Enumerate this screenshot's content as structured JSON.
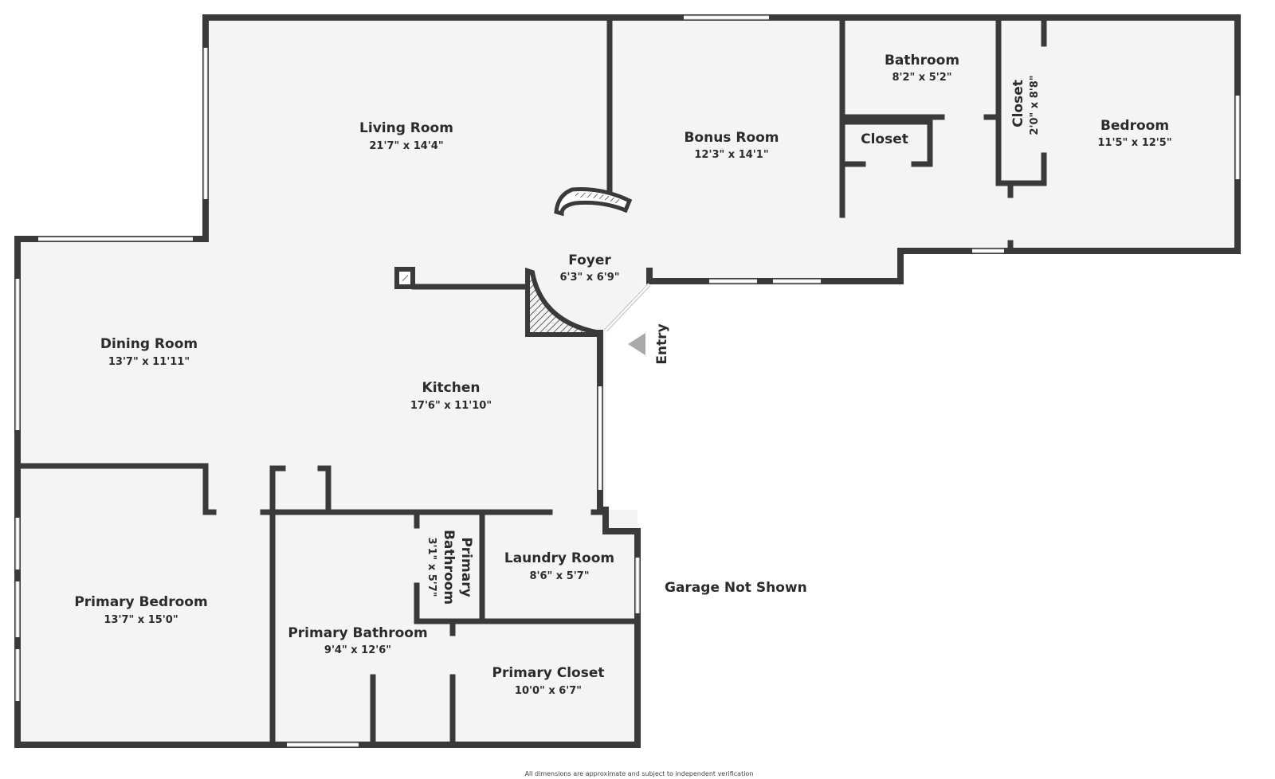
{
  "rooms": {
    "living_room": {
      "name": "Living Room",
      "dims": "21'7\" x 14'4\""
    },
    "bonus_room": {
      "name": "Bonus Room",
      "dims": "12'3\" x 14'1\""
    },
    "bathroom": {
      "name": "Bathroom",
      "dims": "8'2\" x 5'2\""
    },
    "closet_small": {
      "name": "Closet"
    },
    "closet_vertical": {
      "name": "Closet",
      "dims": "2'0\" x 8'8\""
    },
    "bedroom": {
      "name": "Bedroom",
      "dims": "11'5\" x 12'5\""
    },
    "foyer": {
      "name": "Foyer",
      "dims": "6'3\" x 6'9\""
    },
    "dining_room": {
      "name": "Dining Room",
      "dims": "13'7\" x 11'11\""
    },
    "kitchen": {
      "name": "Kitchen",
      "dims": "17'6\" x 11'10\""
    },
    "primary_bedroom": {
      "name": "Primary Bedroom",
      "dims": "13'7\" x 15'0\""
    },
    "primary_bathroom": {
      "name": "Primary Bathroom",
      "dims": "9'4\" x 12'6\""
    },
    "primary_half_bath": {
      "name_line1": "Primary",
      "name_line2": "Bathroom",
      "dims": "3'1\" x 5'7\""
    },
    "laundry_room": {
      "name": "Laundry Room",
      "dims": "8'6\" x 5'7\""
    },
    "primary_closet": {
      "name": "Primary Closet",
      "dims": "10'0\" x 6'7\""
    }
  },
  "labels": {
    "entry": "Entry",
    "garage": "Garage Not Shown",
    "disclaimer": "All dimensions are approximate and subject to independent verification"
  },
  "colors": {
    "wall": "#3a3a3a",
    "floor": "#f4f4f4",
    "window": "#cfcfcf",
    "text": "#2b2b2b"
  }
}
